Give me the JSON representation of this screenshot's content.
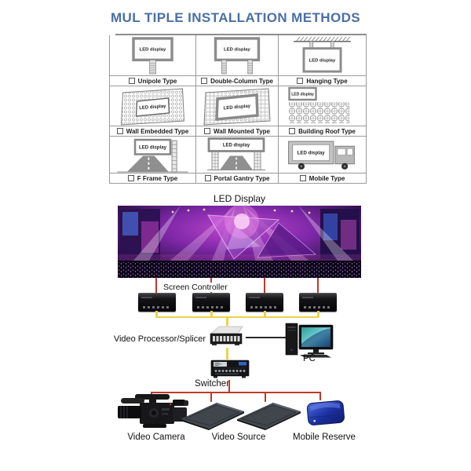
{
  "title": "MUL TIPLE INSTALLATION METHODS",
  "led_display_text": "LED display",
  "installation_grid": {
    "cells": [
      {
        "label": "Unipole Type"
      },
      {
        "label": "Double-Column Type"
      },
      {
        "label": "Hanging Type"
      },
      {
        "label": "Wall Embedded Type"
      },
      {
        "label": "Wall Mounted Type"
      },
      {
        "label": "Building Roof Type"
      },
      {
        "label": "F Frame Type"
      },
      {
        "label": "Portal Gantry Type"
      },
      {
        "label": "Mobile Type"
      }
    ]
  },
  "system_diagram": {
    "led_display_label": "LED Display",
    "screen_controller_label": "Screen Controller",
    "video_processor_label": "Video Processor/Splicer",
    "pc_label": "PC",
    "switcher_label": "Switcher",
    "video_camera_label": "Video Camera",
    "video_source_label": "Video Source",
    "mobile_reserve_label": "Mobile Reserve"
  },
  "colors": {
    "title_blue": "#4a6fa5",
    "connection_red": "#c0392b",
    "connection_yellow": "#e8d44d",
    "hdd_blue": "#2a4fc0"
  }
}
